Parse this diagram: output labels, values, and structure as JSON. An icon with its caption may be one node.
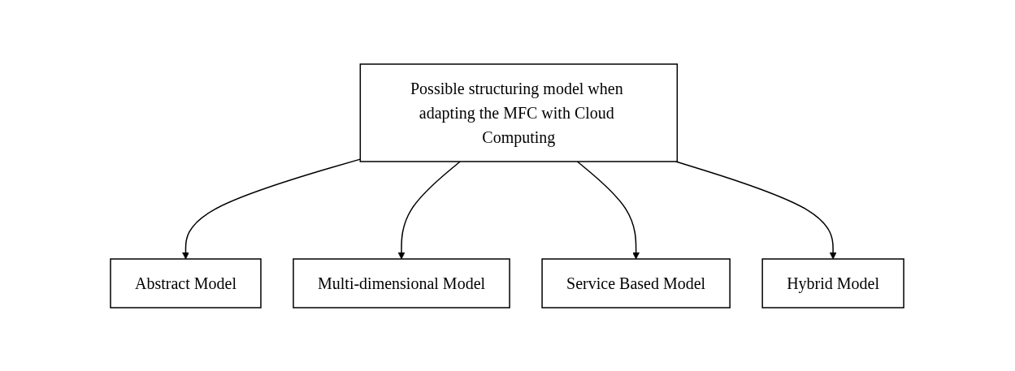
{
  "diagram": {
    "nodes": [
      {
        "text": [
          "Possible structuring model when adapting the MFC with Cloud Computing"
        ]
      },
      {
        "text": [
          "Abstract Model"
        ]
      },
      {
        "text": [
          "Multi-dimensional Model"
        ]
      },
      {
        "text": [
          "Service Based Model"
        ]
      },
      {
        "text": [
          "Hybrid Model"
        ]
      }
    ],
    "edges": [
      {
        "from": 0,
        "to": 1,
        "arrow": "to"
      },
      {
        "from": 0,
        "to": 2,
        "arrow": "to"
      },
      {
        "from": 0,
        "to": 3,
        "arrow": "to"
      },
      {
        "from": 0,
        "to": 4,
        "arrow": "to"
      }
    ]
  }
}
